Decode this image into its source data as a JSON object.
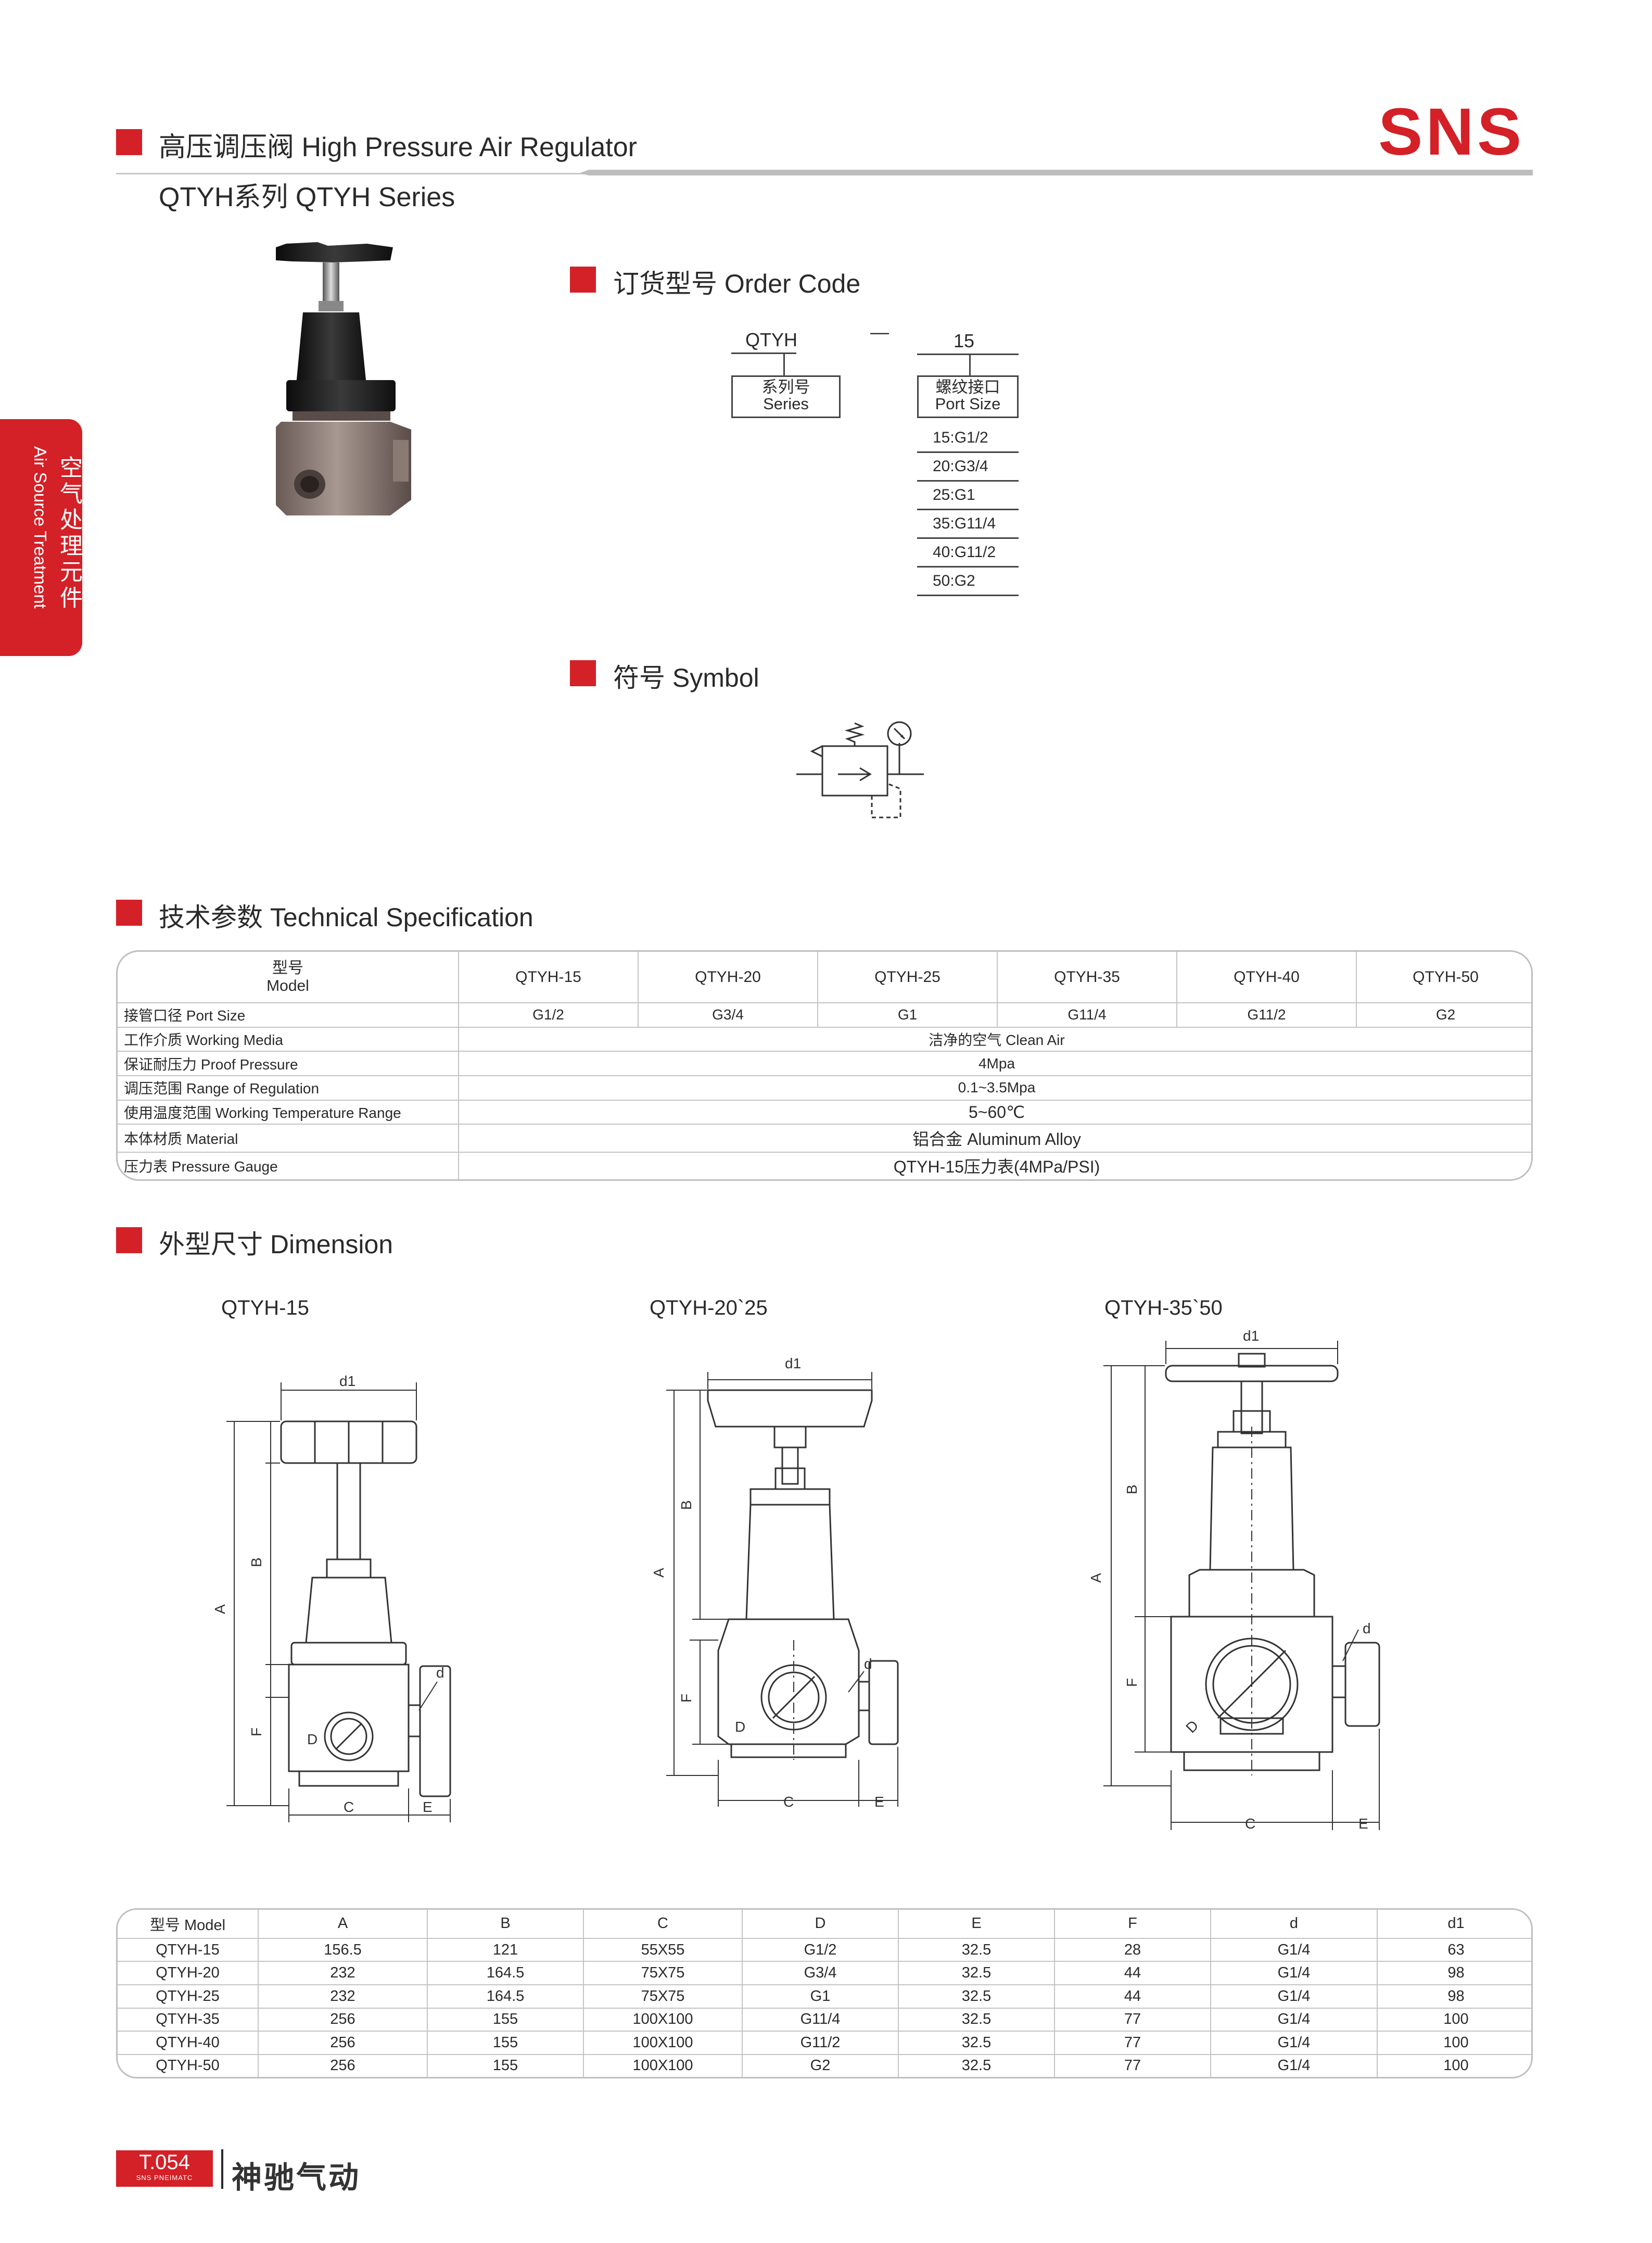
{
  "header": {
    "title": "高压调压阀 High Pressure Air Regulator",
    "series": "QTYH系列 QTYH Series",
    "brand_logo": "SNS",
    "accent_color": "#d42027"
  },
  "side_tab": {
    "cn": "空气处理元件",
    "en": "Air Source Treatment"
  },
  "order_code": {
    "heading": "订货型号 Order Code",
    "series_code": "QTYH",
    "dash": "—",
    "size_code": "15",
    "series_label_cn": "系列号",
    "series_label_en": "Series",
    "port_label_cn": "螺纹接口",
    "port_label_en": "Port Size",
    "sizes": [
      "15:G1/2",
      "20:G3/4",
      "25:G1",
      "35:G11/4",
      "40:G11/2",
      "50:G2"
    ]
  },
  "symbol": {
    "heading": "符号 Symbol"
  },
  "tech_spec": {
    "heading": "技术参数 Technical Specification",
    "model_cn": "型号",
    "model_en": "Model",
    "models": [
      "QTYH-15",
      "QTYH-20",
      "QTYH-25",
      "QTYH-35",
      "QTYH-40",
      "QTYH-50"
    ],
    "port_label": "接管口径 Port Size",
    "ports": [
      "G1/2",
      "G3/4",
      "G1",
      "G11/4",
      "G11/2",
      "G2"
    ],
    "rows": [
      {
        "label": "工作介质 Working Media",
        "value": "洁净的空气 Clean Air"
      },
      {
        "label": "保证耐压力 Proof Pressure",
        "value": "4Mpa"
      },
      {
        "label": "调压范围 Range of Regulation",
        "value": "0.1~3.5Mpa"
      },
      {
        "label": "使用温度范围 Working Temperature Range",
        "value": "5~60℃"
      },
      {
        "label": "本体材质 Material",
        "value": "铝合金 Aluminum Alloy"
      },
      {
        "label": "压力表  Pressure Gauge",
        "value": "QTYH-15压力表(4MPa/PSI)"
      }
    ]
  },
  "dimension": {
    "heading": "外型尺寸 Dimension",
    "drawing_labels": [
      "QTYH-15",
      "QTYH-20`25",
      "QTYH-35`50"
    ],
    "letters": {
      "d1": "d1",
      "A": "A",
      "B": "B",
      "C": "C",
      "D": "D",
      "E": "E",
      "F": "F",
      "d": "d"
    },
    "columns": [
      "型号 Model",
      "A",
      "B",
      "C",
      "D",
      "E",
      "F",
      "d",
      "d1"
    ],
    "rows": [
      [
        "QTYH-15",
        "156.5",
        "121",
        "55X55",
        "G1/2",
        "32.5",
        "28",
        "G1/4",
        "63"
      ],
      [
        "QTYH-20",
        "232",
        "164.5",
        "75X75",
        "G3/4",
        "32.5",
        "44",
        "G1/4",
        "98"
      ],
      [
        "QTYH-25",
        "232",
        "164.5",
        "75X75",
        "G1",
        "32.5",
        "44",
        "G1/4",
        "98"
      ],
      [
        "QTYH-35",
        "256",
        "155",
        "100X100",
        "G11/4",
        "32.5",
        "77",
        "G1/4",
        "100"
      ],
      [
        "QTYH-40",
        "256",
        "155",
        "100X100",
        "G11/2",
        "32.5",
        "77",
        "G1/4",
        "100"
      ],
      [
        "QTYH-50",
        "256",
        "155",
        "100X100",
        "G2",
        "32.5",
        "77",
        "G1/4",
        "100"
      ]
    ]
  },
  "footer": {
    "page": "T.054",
    "sub": "SNS PNEIMATC",
    "brand_cn": "神驰气动"
  }
}
